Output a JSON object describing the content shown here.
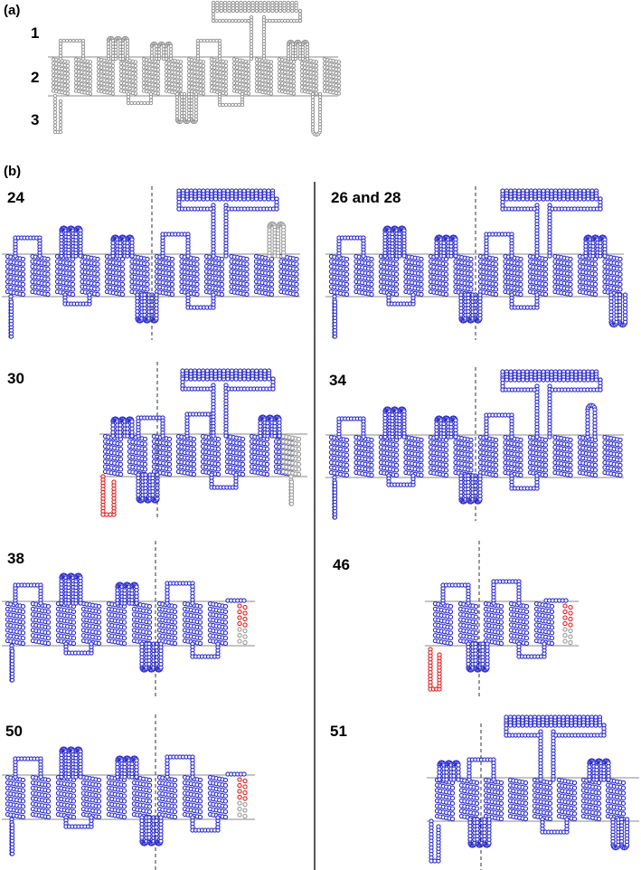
{
  "panel_a": {
    "label": "(a)",
    "regions": [
      "1",
      "2",
      "3"
    ],
    "color": "#8c8c8c"
  },
  "panel_b": {
    "label": "(b)",
    "variants": [
      {
        "label": "24",
        "color": "#2c2ccc"
      },
      {
        "label": "26 and 28",
        "color": "#2c2ccc"
      },
      {
        "label": "30",
        "color": "#2c2ccc"
      },
      {
        "label": "34",
        "color": "#2c2ccc"
      },
      {
        "label": "38",
        "color": "#2c2ccc"
      },
      {
        "label": "46",
        "color": "#2c2ccc"
      },
      {
        "label": "50",
        "color": "#2c2ccc"
      },
      {
        "label": "51",
        "color": "#2c2ccc"
      }
    ]
  },
  "colors": {
    "protein": "#2c2ccc",
    "wildtype": "#8c8c8c",
    "highlight": "#e02020",
    "grey_residue": "#9a9a9a"
  }
}
